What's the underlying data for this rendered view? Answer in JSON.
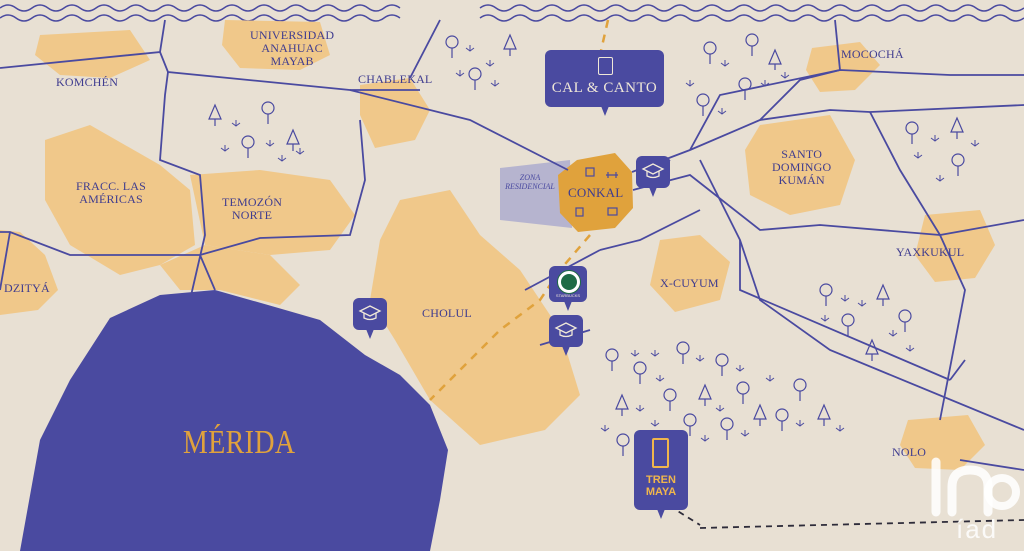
{
  "colors": {
    "background": "#e8e0d3",
    "region": "#f0c88a",
    "roads": "#4a4aa0",
    "city": "#4a4aa0",
    "accent": "#e0a23c",
    "conkal": "#e0a23c"
  },
  "places": {
    "komchen": "KOMCHÉN",
    "universidad": "UNIVERSIDAD\nANAHUAC\nMAYAB",
    "chablekal": "CHABLEKAL",
    "mococha": "MOCOCHÁ",
    "fracc_americas": "FRACC. LAS\nAMÉRICAS",
    "temozon_norte": "TEMOZÓN\nNORTE",
    "conkal": "CONKAL",
    "santo_domingo": "SANTO\nDOMINGO\nKUMÁN",
    "yaxkukul": "YAXKUKUL",
    "dzitya": "DZITYÁ",
    "cholul": "CHOLUL",
    "x_cuyum": "X-CUYUM",
    "merida": "MÉRIDA",
    "nolo": "NOLO",
    "zona_residencial": "ZONA\nRESIDENCIAL"
  },
  "pins": {
    "cal_canto": "CAL & CANTO",
    "starbucks": "STARBUCKS",
    "tren_maya": "TREN\nMAYA"
  },
  "icons": {
    "school": "graduation-cap-icon",
    "tree": "tree-icon",
    "plant": "plant-icon",
    "coffee": "starbucks-logo-icon",
    "train": "train-icon"
  },
  "watermark": {
    "text": "íad"
  }
}
